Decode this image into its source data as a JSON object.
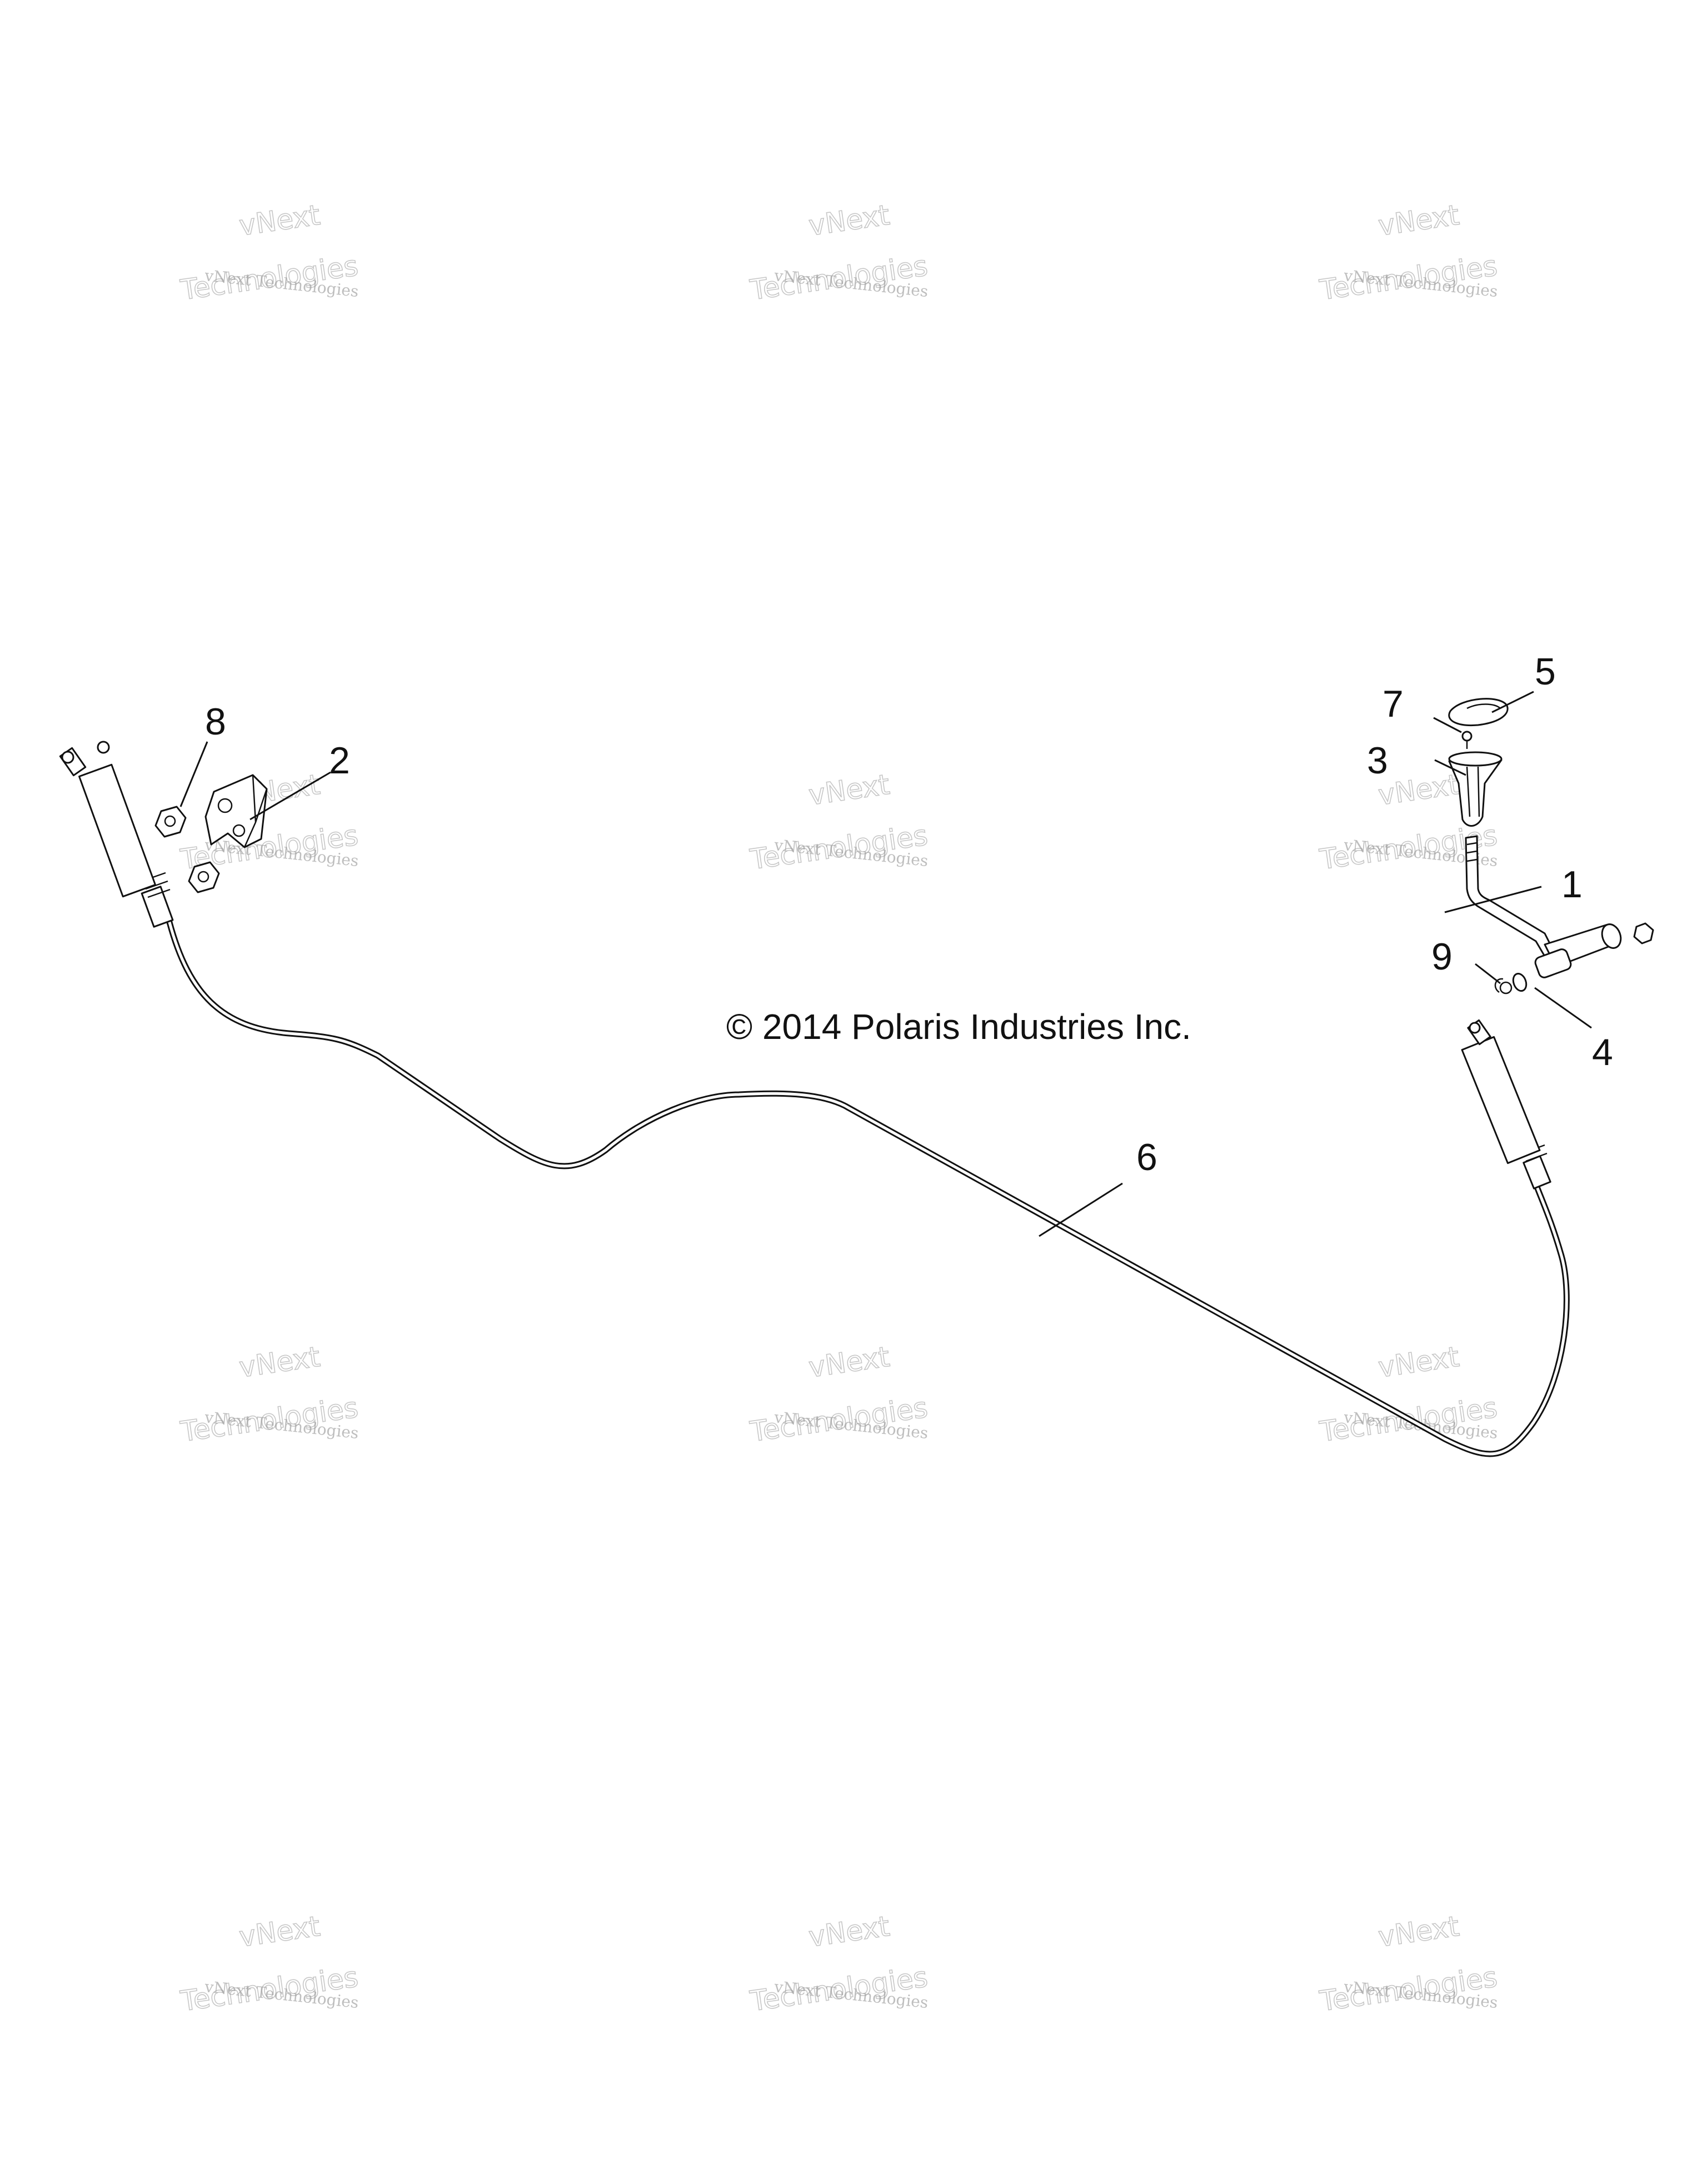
{
  "copyright": "© 2014 Polaris Industries Inc.",
  "callouts": {
    "c1": "1",
    "c2": "2",
    "c3": "3",
    "c4": "4",
    "c5": "5",
    "c6": "6",
    "c7": "7",
    "c8": "8",
    "c9": "9"
  },
  "watermark": {
    "line1": "vNext Technologies",
    "line2a": "vNext",
    "line2b": "Technologies"
  }
}
